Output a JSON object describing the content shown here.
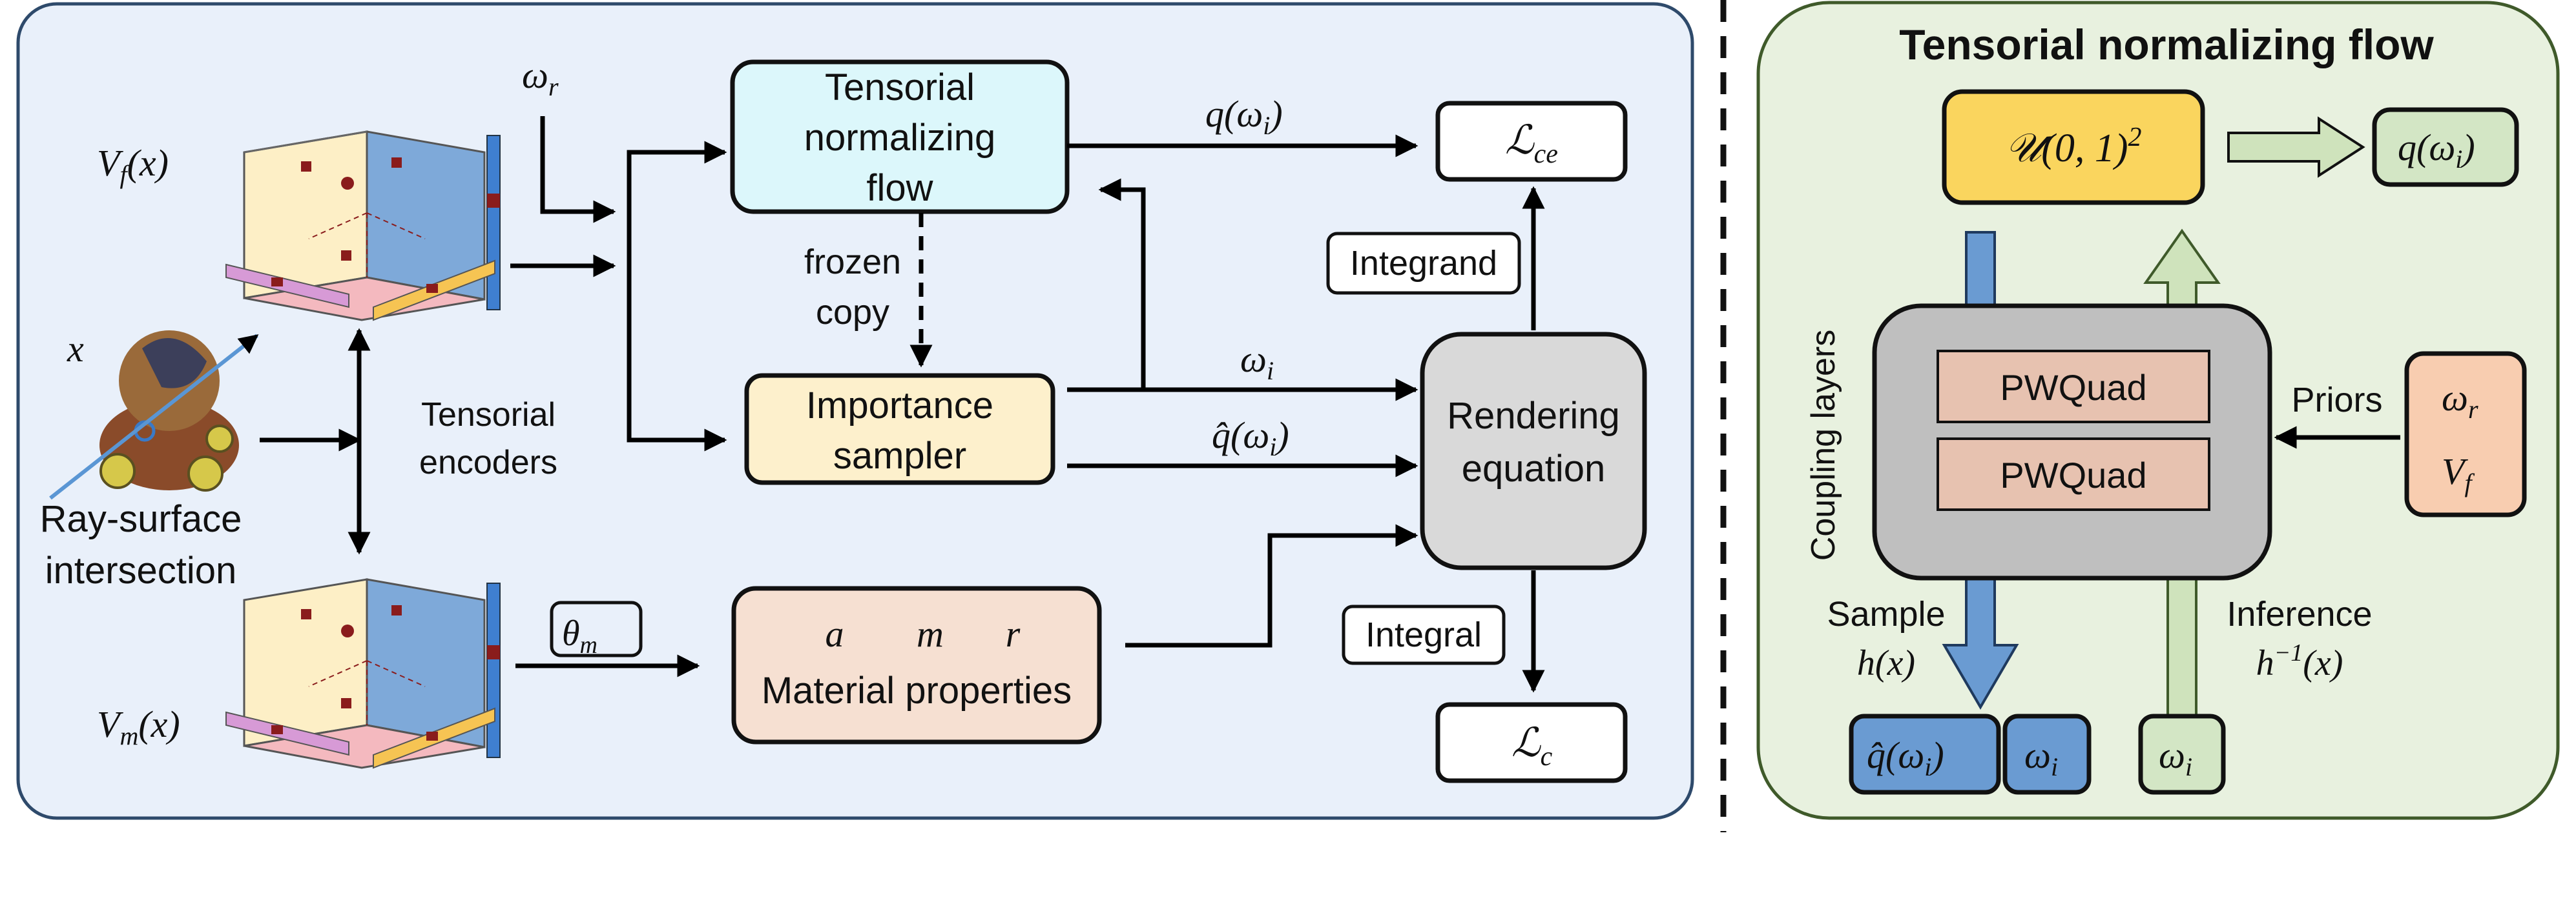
{
  "left_panel": {
    "vf_label": "V_f(x)",
    "vm_label": "V_m(x)",
    "x_label": "x",
    "ray_label_line1": "Ray-surface",
    "ray_label_line2": "intersection",
    "encoders_line1": "Tensorial",
    "encoders_line2": "encoders",
    "omega_r": "ω_r",
    "theta_m": "θ_m",
    "tnf_box_line1": "Tensorial",
    "tnf_box_line2": "normalizing",
    "tnf_box_line3": "flow",
    "frozen_line1": "frozen",
    "frozen_line2": "copy",
    "sampler_line1": "Importance",
    "sampler_line2": "sampler",
    "material_symbols": [
      "a",
      "m",
      "r"
    ],
    "material_label": "Material properties",
    "q_omega_i": "q(ω_i)",
    "omega_i": "ω_i",
    "qhat_omega_i": "q̂(ω_i)",
    "loss_ce": "ℒ_ce",
    "loss_c": "ℒ_c",
    "integrand": "Integrand",
    "integral": "Integral",
    "render_line1": "Rendering",
    "render_line2": "equation"
  },
  "right_panel": {
    "title": "Tensorial normalizing flow",
    "uniform": "𝒰(0, 1)²",
    "q_out": "q(ω_i)",
    "coupling_layers": "Coupling layers",
    "pwquad_1": "PWQuad",
    "pwquad_2": "PWQuad",
    "priors": "Priors",
    "prior_omega_r": "ω_r",
    "prior_vf": "V_f",
    "sample_line1": "Sample",
    "sample_line2": "h(x)",
    "inference_line1": "Inference",
    "inference_line2": "h⁻¹(x)",
    "out_qhat": "q̂(ω_i)",
    "out_omega_i": "ω_i",
    "in_omega_i": "ω_i"
  },
  "colors": {
    "left_panel_bg": "#e9f0fa",
    "left_panel_border": "#2e4a6b",
    "right_panel_bg": "#e8f1df",
    "right_panel_border": "#3f5a2a",
    "tnf_box": "#dcf7fb",
    "sampler_box": "#fdf0cc",
    "material_box": "#f6e0d2",
    "render_box": "#d9d9d9",
    "uniform_box": "#fad55e",
    "green_box": "#d3e6c5",
    "priors_box": "#f8cdb0",
    "pwquad_box": "#e7c2b0",
    "blue_arrow": "#6a9bd2",
    "green_arrow": "#cfe3bc"
  }
}
